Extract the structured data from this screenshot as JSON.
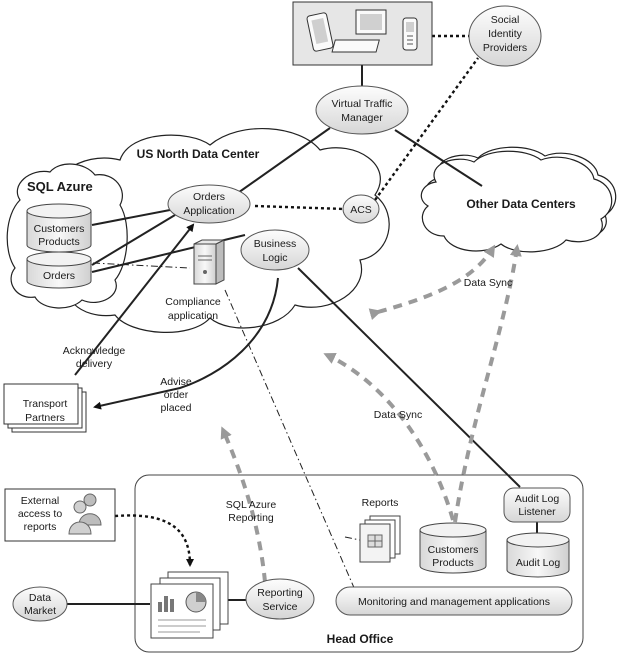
{
  "devices": {
    "icons": [
      "tablet-icon",
      "desktop-computer-icon",
      "mobile-phone-icon"
    ]
  },
  "nodes": {
    "social_identity": [
      "Social",
      "Identity",
      "Providers"
    ],
    "traffic_manager": [
      "Virtual Traffic",
      "Manager"
    ],
    "us_north": "US North Data Center",
    "sql_azure": "SQL Azure",
    "customers_products_db": [
      "Customers",
      "Products"
    ],
    "orders_db": "Orders",
    "orders_app": [
      "Orders",
      "Application"
    ],
    "acs": "ACS",
    "other_dcs": "Other Data Centers",
    "business_logic": [
      "Business",
      "Logic"
    ],
    "compliance": [
      "Compliance",
      "application"
    ],
    "transport": [
      "Transport",
      "Partners"
    ],
    "head_office": "Head Office",
    "external_access": [
      "External",
      "access to",
      "reports"
    ],
    "data_market": [
      "Data",
      "Market"
    ],
    "reporting_service": [
      "Reporting",
      "Service"
    ],
    "reports": "Reports",
    "customers_products_local": [
      "Customers",
      "Products"
    ],
    "audit_listener": [
      "Audit Log",
      "Listener"
    ],
    "audit_log": "Audit Log",
    "monitoring": "Monitoring and management applications"
  },
  "edge_labels": {
    "acknowledge": [
      "Acknowledge",
      "delivery"
    ],
    "advise": [
      "Advise",
      "order",
      "placed"
    ],
    "data_sync_upper": "Data Sync",
    "data_sync_lower": "Data Sync",
    "sql_azure_reporting": [
      "SQL Azure",
      "Reporting"
    ]
  },
  "colors": {
    "sync_arrow": "#9a9a9a",
    "node_fill_top": "#fdfdfd",
    "node_fill_bottom": "#d9d9d9",
    "devices_box": "#e6e6e6"
  }
}
